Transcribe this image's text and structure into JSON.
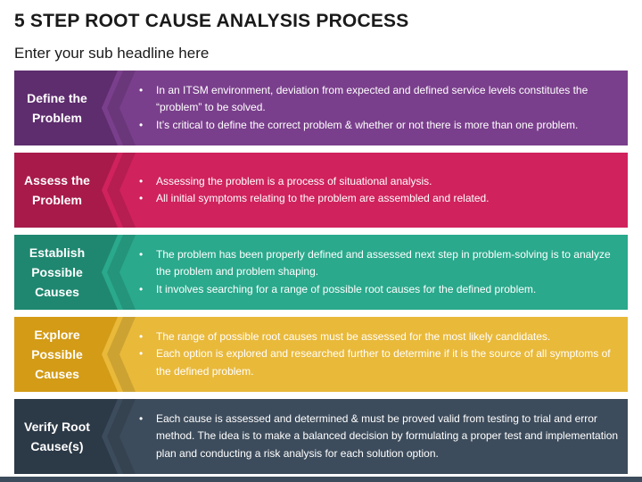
{
  "header": {
    "title": "5 STEP ROOT CAUSE ANALYSIS PROCESS",
    "subtitle": "Enter your sub headline here"
  },
  "steps": [
    {
      "label": "Define the\nProblem",
      "color_main": "#7a3f8c",
      "color_label": "#5e2d6e",
      "bullets": [
        "In an ITSM  environment, deviation from expected and defined service levels constitutes the “problem” to be solved.",
        "It’s critical to define the correct problem & whether or not there is more than one problem."
      ]
    },
    {
      "label": "Assess the\nProblem",
      "color_main": "#d0225c",
      "color_label": "#a81a4a",
      "bullets": [
        "Assessing the problem is a process of situational analysis.",
        "All initial symptoms relating to the problem are assembled and related."
      ]
    },
    {
      "label": "Establish\nPossible\nCauses",
      "color_main": "#2aa98c",
      "color_label": "#1f8770",
      "bullets": [
        "The problem has been properly defined and assessed next step in problem-solving is to analyze the problem and problem shaping.",
        "It involves searching for a range of possible root causes for the defined problem."
      ]
    },
    {
      "label": "Explore\nPossible\nCauses",
      "color_main": "#e9b93a",
      "color_label": "#d39b16",
      "bullets": [
        "The range of possible root causes must be assessed for the most likely candidates.",
        "Each option is explored and researched further to determine if it is the source of all symptoms of the defined problem."
      ]
    },
    {
      "label": "Verify Root\nCause(s)",
      "color_main": "#3d4c5c",
      "color_label": "#2c3947",
      "bullets": [
        "Each cause is assessed and determined & must be proved valid from testing to trial and error method. The idea is to make a balanced decision by formulating a proper test and implementation plan and conducting a risk analysis for each solution option."
      ]
    }
  ]
}
